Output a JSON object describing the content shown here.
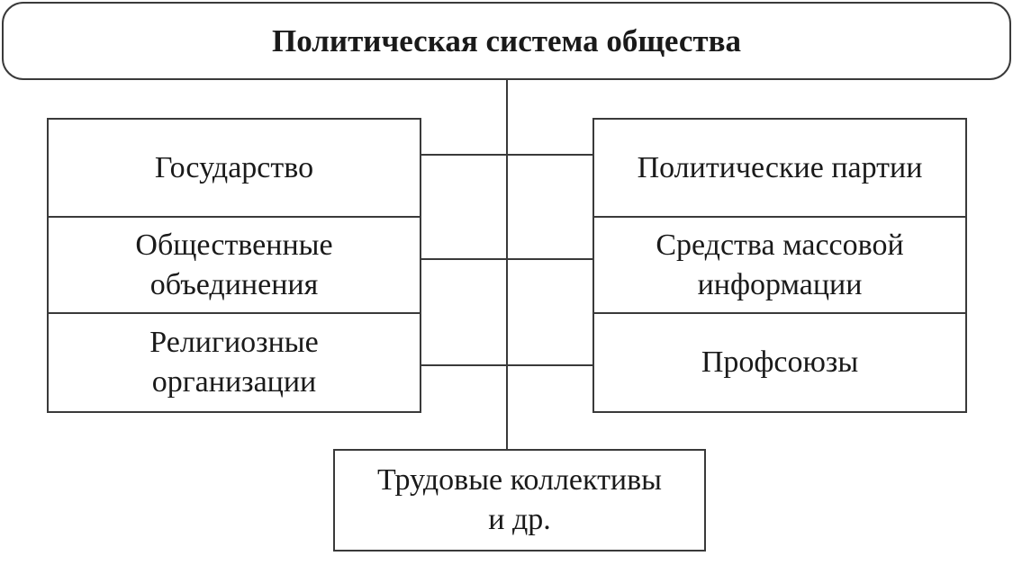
{
  "title": "Политическая система общества",
  "left": [
    {
      "lines": [
        "Государство"
      ]
    },
    {
      "lines": [
        "Общественные",
        "объединения"
      ]
    },
    {
      "lines": [
        "Религиозные",
        "организации"
      ]
    }
  ],
  "right": [
    {
      "lines": [
        "Политические партии"
      ]
    },
    {
      "lines": [
        "Средства массовой",
        "информации"
      ]
    },
    {
      "lines": [
        "Профсоюзы"
      ]
    }
  ],
  "bottom": {
    "lines": [
      "Трудовые коллективы",
      "и др."
    ]
  }
}
